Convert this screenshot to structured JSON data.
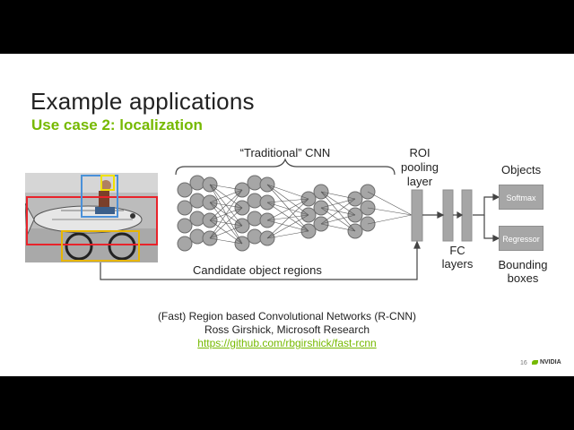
{
  "slide": {
    "title": "Example applications",
    "subtitle": "Use case 2: localization",
    "page_number": "16",
    "logo_text": "NVIDIA",
    "accent_color": "#76b900"
  },
  "diagram": {
    "cnn_label": "“Traditional” CNN",
    "roi_label": "ROI pooling layer",
    "fc_label": "FC layers",
    "objects_label": "Objects",
    "softmax_label": "Softmax",
    "regressor_label": "Regressor",
    "bounding_label": "Bounding boxes",
    "candidate_label": "Candidate object regions",
    "box_colors": [
      "#e8232b",
      "#4a90d9",
      "#e8b600",
      "#f0c020"
    ]
  },
  "citation": {
    "line1": "(Fast) Region based Convolutional Networks (R-CNN)",
    "line2": "Ross Girshick, Microsoft Research",
    "link": "https://github.com/rbgirshick/fast-rcnn"
  }
}
